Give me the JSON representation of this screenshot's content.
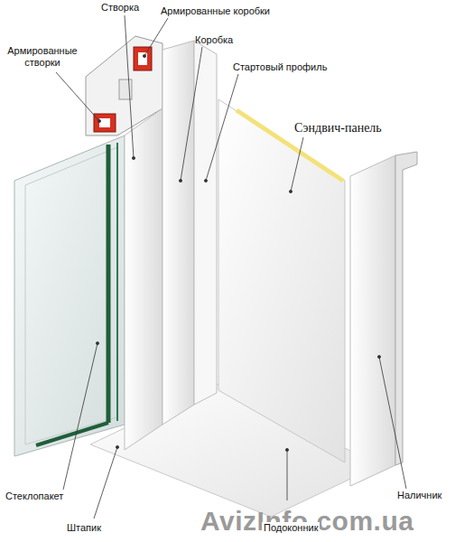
{
  "diagram": {
    "labels": [
      "Створка",
      "Армированные коробки",
      "Армированные створки",
      "Коробка",
      "Стартовый профиль",
      "Сэндвич-панель",
      "Стеклопакет",
      "Штапик",
      "Подоконник",
      "Наличник",
      "AvizInfo.com.ua"
    ]
  }
}
